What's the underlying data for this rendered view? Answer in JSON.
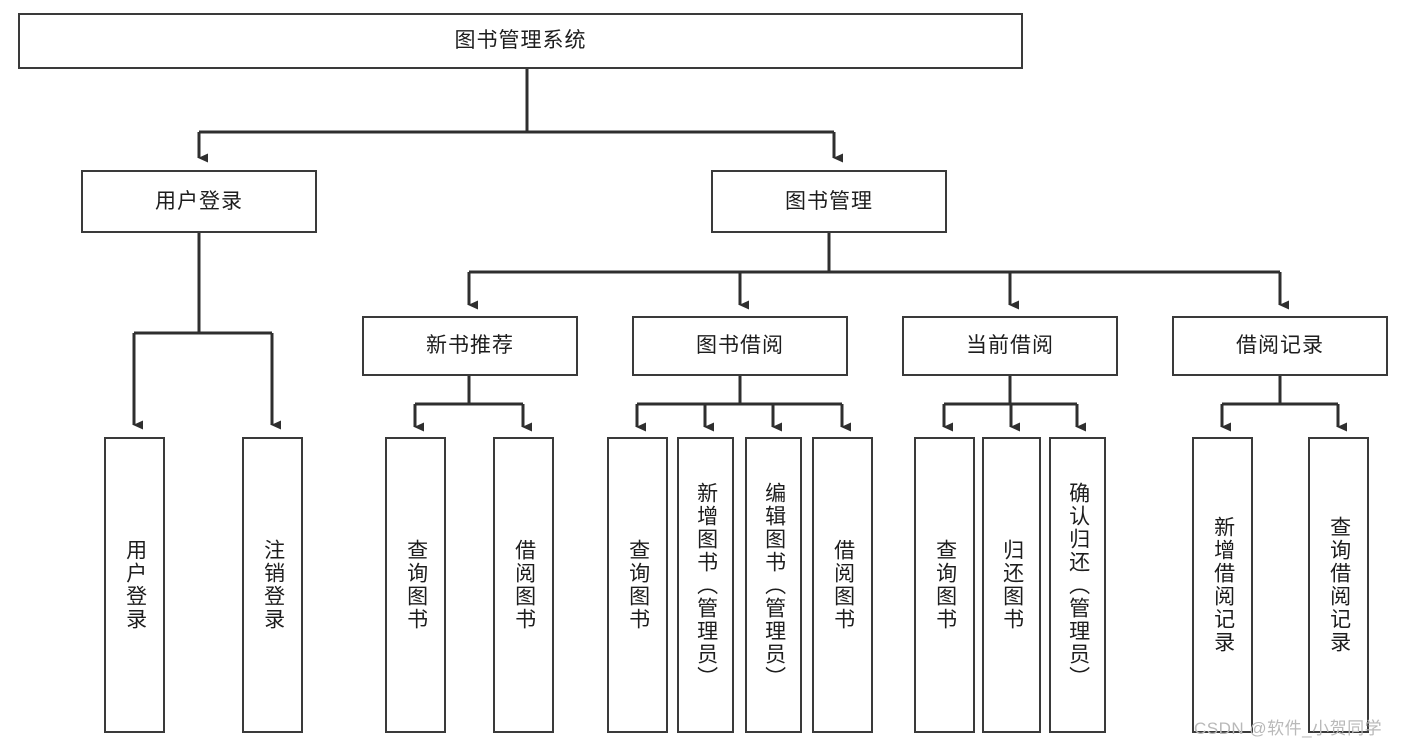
{
  "diagram": {
    "title": "图书管理系统",
    "type": "tree-hierarchy",
    "watermark": "CSDN @软件_小贺同学",
    "colors": {
      "box_border": "#3a3a3a",
      "box_fill": "#ffffff",
      "connector": "#2f2f2f",
      "text": "#1d1d1d",
      "watermark": "#b9b9b9",
      "background": "#ffffff"
    },
    "root": {
      "label": "图书管理系统"
    },
    "level2": [
      {
        "label": "用户登录"
      },
      {
        "label": "图书管理"
      }
    ],
    "level3": [
      {
        "label": "新书推荐"
      },
      {
        "label": "图书借阅"
      },
      {
        "label": "当前借阅"
      },
      {
        "label": "借阅记录"
      }
    ],
    "leaves_user_login": [
      {
        "label": "用户登录"
      },
      {
        "label": "注销登录"
      }
    ],
    "leaves_new_books": [
      {
        "label": "查询图书"
      },
      {
        "label": "借阅图书"
      }
    ],
    "leaves_borrow": [
      {
        "label": "查询图书"
      },
      {
        "label": "新增图书（管理员）"
      },
      {
        "label": "编辑图书（管理员）"
      },
      {
        "label": "借阅图书"
      }
    ],
    "leaves_current": [
      {
        "label": "查询图书"
      },
      {
        "label": "归还图书"
      },
      {
        "label": "确认归还（管理员）"
      }
    ],
    "leaves_records": [
      {
        "label": "新增借阅记录"
      },
      {
        "label": "查询借阅记录"
      }
    ]
  }
}
